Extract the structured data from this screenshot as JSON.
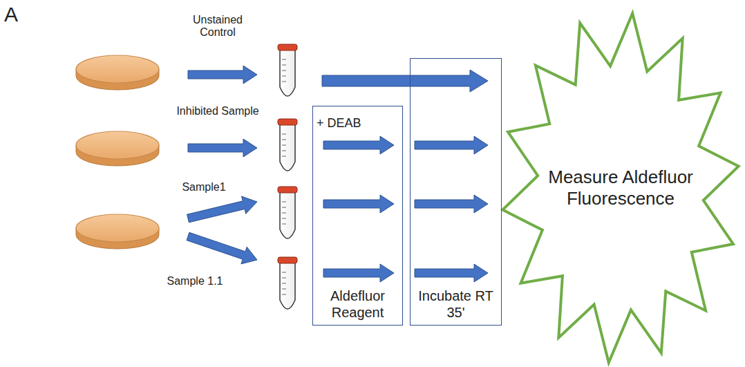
{
  "diagram": {
    "nodes": [
      {
        "text": [
          "Aldefluor Reagent"
        ]
      },
      {
        "text": [
          "Incubate RT 35'"
        ]
      },
      {
        "text": [
          "Measure Aldefluor Fluorescence"
        ]
      }
    ],
    "labels": [
      "A",
      "Unstained Control",
      "Inhibited Sample",
      "Sample1",
      "Sample 1.1",
      "+ DEAB"
    ]
  }
}
